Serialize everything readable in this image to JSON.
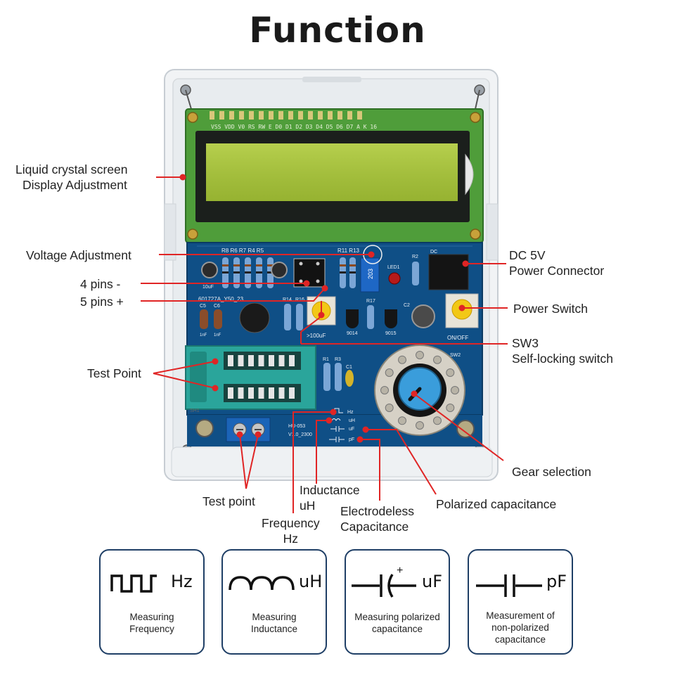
{
  "title": "Function",
  "colors": {
    "accent_red": "#e02525",
    "card_border": "#1f3f66",
    "pcb_blue": "#0f4f86",
    "lcd_green": "#a6c33a"
  },
  "board_text": {
    "pin_header": "VSS VDD V0 RS RW E D0 D1 D2 D3 D4 D5 D6 D7 A K 16",
    "socket_ref": "601727A_Y50_23",
    "model": "HU-053",
    "version": "V1.0_2300",
    "cap_value": "10uF",
    "c5": "C5",
    "c6": "C6",
    "c2": "C2",
    "c1": "C1",
    "c5_val": "1nF",
    "c6_val": "1nF",
    "r_group": "R8 R6 R7 R4 R5",
    "r14": "R14",
    "r16": "R16",
    "r17": "R17",
    "r1": "R1",
    "r3": "R3",
    "r2": "R2",
    "r11r13": "R11 R13",
    "led": "LED1",
    "dc": "DC",
    "t9014": "9014",
    "t9015": "9015",
    "sw_onoff": "ON/OFF",
    "sw2": "SW2",
    "pot_value": "203",
    "cap_range": ">100uF",
    "tp": "SH1",
    "sel_hz": "Hz",
    "sel_uh": "uH",
    "sel_uf": "uF",
    "sel_pf": "pF"
  },
  "callouts": {
    "lcd_1": "Liquid crystal screen",
    "lcd_2": "Display Adjustment",
    "voltage": "Voltage Adjustment",
    "pins_minus": "4 pins -",
    "pins_plus": "5 pins +",
    "test_point_upper": "Test Point",
    "dc_1": "DC 5V",
    "dc_2": "Power Connector",
    "power_switch": "Power Switch",
    "sw3_1": "SW3",
    "sw3_2": "Self-locking switch",
    "gear": "Gear selection",
    "test_point_lower": "Test point",
    "inductance_1": "Inductance",
    "inductance_2": "uH",
    "frequency_1": "Frequency",
    "frequency_2": "Hz",
    "electrodeless_1": "Electrodeless",
    "electrodeless_2": "Capacitance",
    "polarized": "Polarized capacitance"
  },
  "cards": [
    {
      "icon": "square-wave-icon",
      "unit": "Hz",
      "desc": [
        "Measuring",
        "Frequency"
      ]
    },
    {
      "icon": "inductor-coil-icon",
      "unit": "uH",
      "desc": [
        "Measuring",
        "Inductance"
      ]
    },
    {
      "icon": "polarized-capacitor-icon",
      "unit": "uF",
      "plus": "+",
      "desc": [
        "Measuring polarized",
        "capacitance"
      ]
    },
    {
      "icon": "capacitor-icon",
      "unit": "pF",
      "desc": [
        "Measurement of",
        "non-polarized",
        "capacitance"
      ]
    }
  ]
}
